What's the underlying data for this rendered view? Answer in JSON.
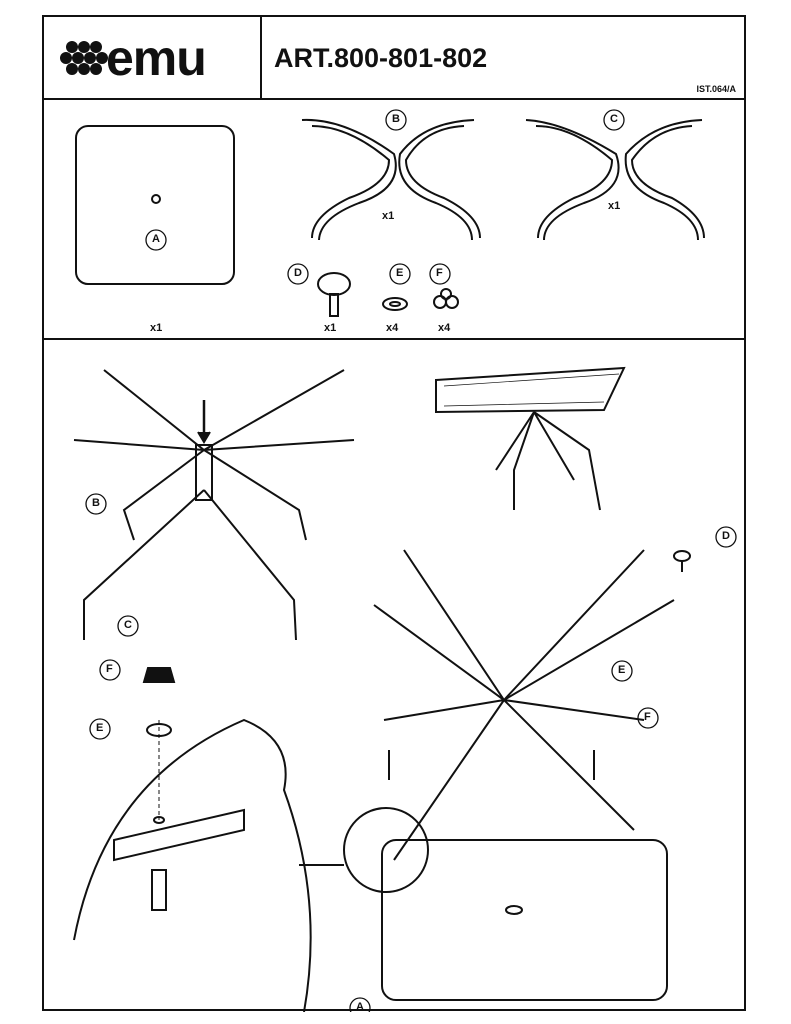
{
  "header": {
    "brand": "emu",
    "title": "ART.800-801-802",
    "code": "IST.064/A"
  },
  "parts": [
    {
      "letter": "A",
      "count": "x1"
    },
    {
      "letter": "B",
      "count": "x1"
    },
    {
      "letter": "C",
      "count": "x1"
    },
    {
      "letter": "D",
      "count": "x1"
    },
    {
      "letter": "E",
      "count": "x4"
    },
    {
      "letter": "F",
      "count": "x4"
    }
  ],
  "assembly_labels": {
    "b": "B",
    "c": "C",
    "d": "D",
    "e1": "E",
    "f1": "F",
    "e2": "E",
    "f2": "F",
    "a": "A"
  }
}
